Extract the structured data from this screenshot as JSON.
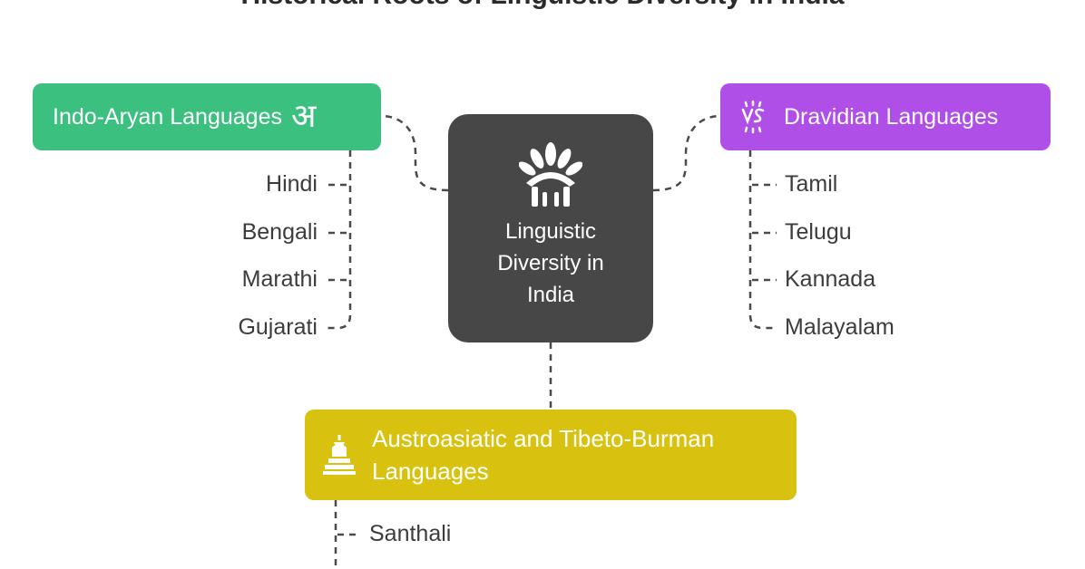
{
  "title": "Historical Roots of Linguistic Diversity in India",
  "center": {
    "label_lines": [
      "Linguistic",
      "Diversity in",
      "India"
    ],
    "icon": "feather-headdress-icon"
  },
  "branches": {
    "indo_aryan": {
      "label": "Indo-Aryan Languages",
      "icon_glyph": "अ",
      "icon": "devanagari-letter-a-icon",
      "color": "#3cc07f",
      "items": [
        "Hindi",
        "Bengali",
        "Marathi",
        "Gujarati"
      ]
    },
    "dravidian": {
      "label": "Dravidian Languages",
      "icon": "versus-icon",
      "color": "#b04fe8",
      "items": [
        "Tamil",
        "Telugu",
        "Kannada",
        "Malayalam"
      ]
    },
    "austro": {
      "label": "Austroasiatic and Tibeto-Burman Languages",
      "icon": "stupa-icon",
      "color": "#d8c20f",
      "items": [
        "Santhali"
      ]
    }
  },
  "colors": {
    "center": "#474747",
    "connector": "#4a4a4a",
    "text": "#3c3c3c"
  }
}
